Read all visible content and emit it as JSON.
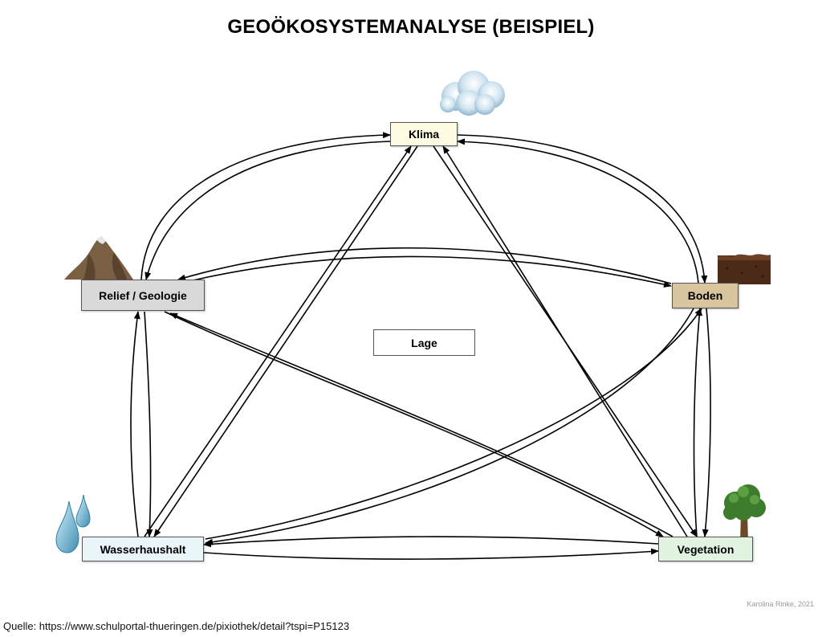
{
  "title": "GEOÖKOSYSTEMANALYSE (BEISPIEL)",
  "nodes": {
    "klima": {
      "label": "Klima",
      "color": "#fdfbe1"
    },
    "relief": {
      "label": "Relief / Geologie",
      "color": "#d9d9d9"
    },
    "boden": {
      "label": "Boden",
      "color": "#d9c4a0"
    },
    "wasser": {
      "label": "Wasserhaushalt",
      "color": "#eaf5fa"
    },
    "vegetation": {
      "label": "Vegetation",
      "color": "#e1f4e2"
    },
    "lage": {
      "label": "Lage",
      "color": "#ffffff"
    }
  },
  "icons": {
    "klima": "cloud-icon",
    "relief": "mountain-icon",
    "boden": "soil-icon",
    "wasser": "water-drops-icon",
    "vegetation": "tree-icon"
  },
  "credit": "Karolina Rinke, 2021",
  "source": "Quelle: https://www.schulportal-thueringen.de/pixiothek/detail?tspi=P15123"
}
